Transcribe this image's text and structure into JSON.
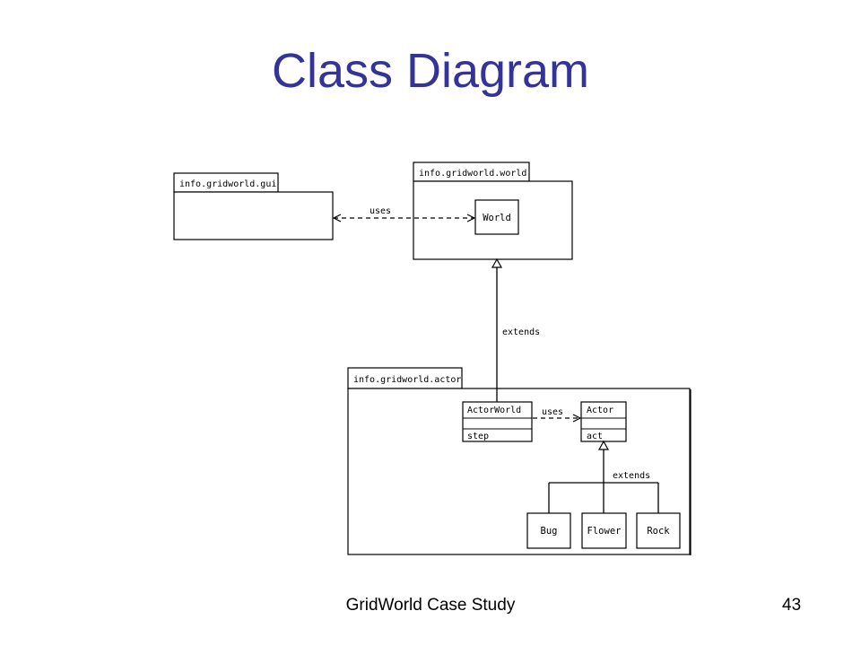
{
  "slide": {
    "title": "Class Diagram",
    "footer_text": "GridWorld Case Study",
    "page_number": "43"
  },
  "diagram": {
    "packages": {
      "gui": "info.gridworld.gui",
      "world": "info.gridworld.world",
      "actor": "info.gridworld.actor"
    },
    "classes": {
      "world": "World",
      "actor_world": "ActorWorld",
      "actor_world_method": "step",
      "actor": "Actor",
      "actor_method": "act",
      "bug": "Bug",
      "flower": "Flower",
      "rock": "Rock"
    },
    "relations": {
      "gui_uses_world": "uses",
      "actorworld_extends_world": "extends",
      "actorworld_uses_actor": "uses",
      "subclasses_extend_actor": "extends"
    }
  }
}
